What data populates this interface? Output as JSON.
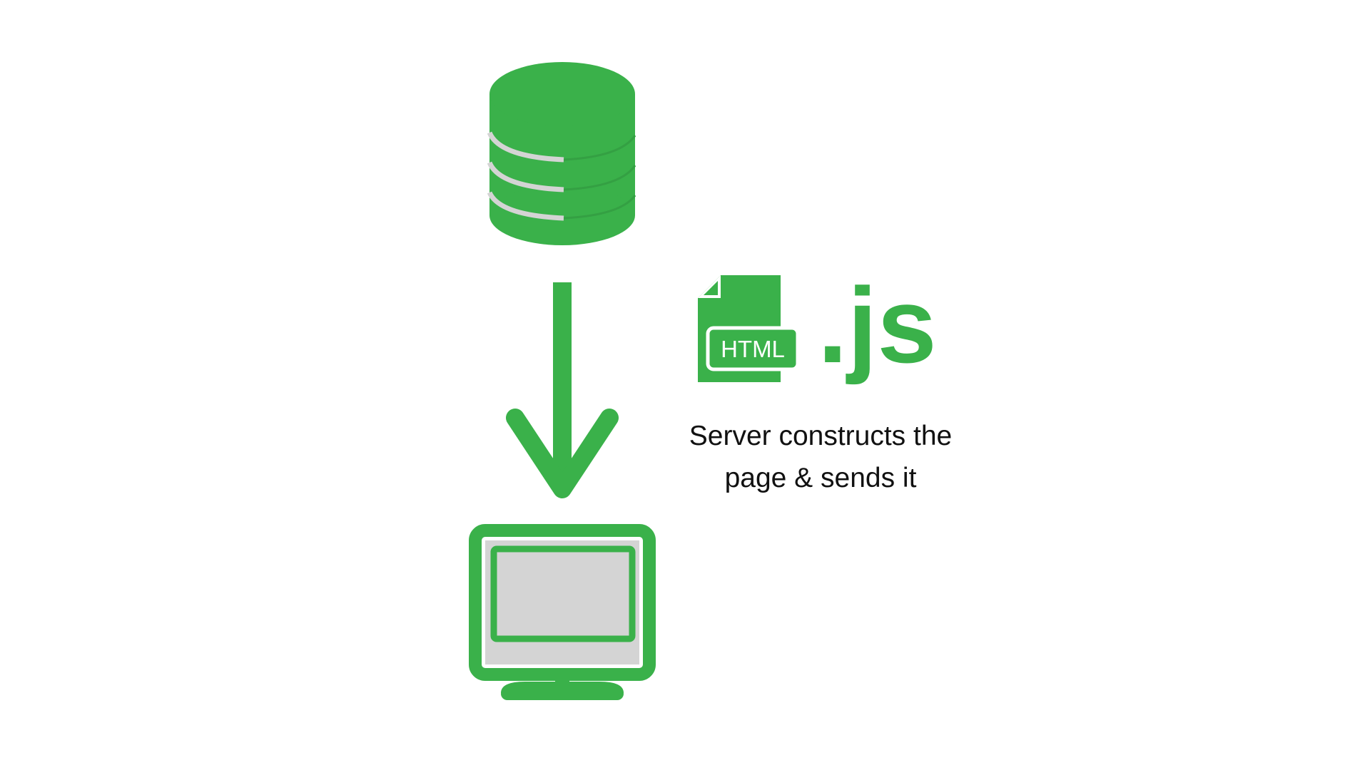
{
  "colors": {
    "accent": "#3AB14A",
    "light_gray": "#D4D4D4",
    "text": "#111111",
    "background": "#FFFFFF"
  },
  "icons": {
    "database": "database-icon",
    "arrow": "arrow-down-icon",
    "html_file": "html-file-icon",
    "monitor": "monitor-icon"
  },
  "html_badge": "HTML",
  "js_label": ".js",
  "caption": {
    "line1": "Server constructs the",
    "line2": "page & sends it"
  }
}
